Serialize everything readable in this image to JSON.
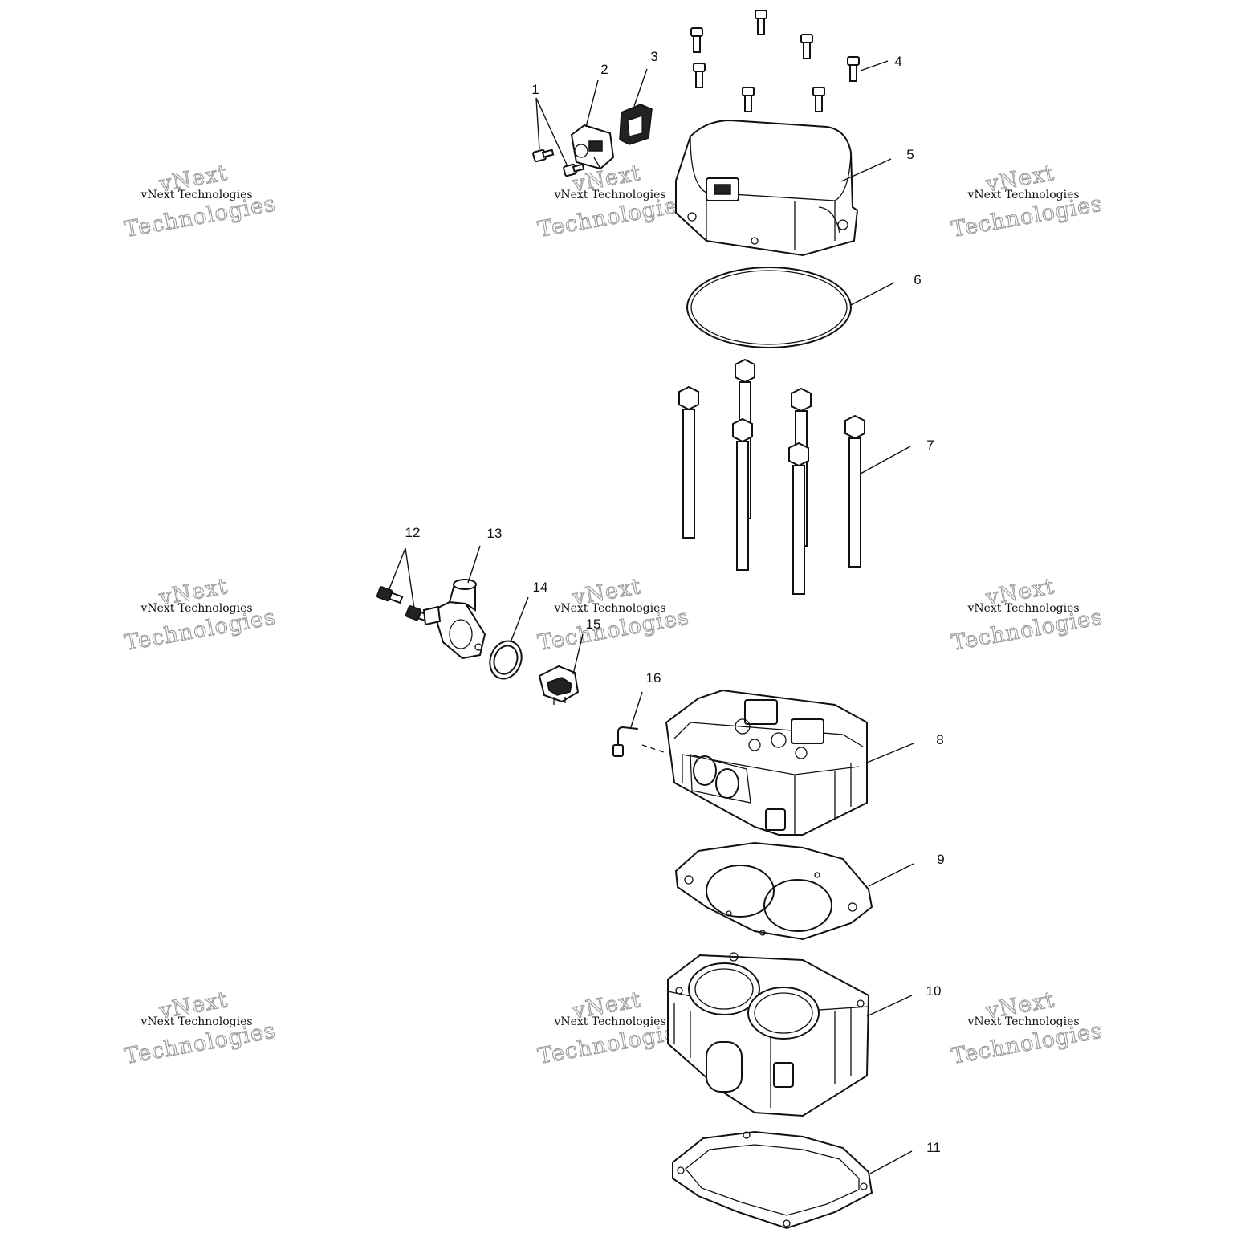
{
  "watermark": {
    "line_top": "vNext",
    "line_small": "vNext Technologies",
    "line_big": "Technologies"
  },
  "callouts": [
    {
      "id": "1",
      "label": "1"
    },
    {
      "id": "2",
      "label": "2"
    },
    {
      "id": "3",
      "label": "3"
    },
    {
      "id": "4",
      "label": "4"
    },
    {
      "id": "5",
      "label": "5"
    },
    {
      "id": "6",
      "label": "6"
    },
    {
      "id": "7",
      "label": "7"
    },
    {
      "id": "8",
      "label": "8"
    },
    {
      "id": "9",
      "label": "9"
    },
    {
      "id": "10",
      "label": "10"
    },
    {
      "id": "11",
      "label": "11"
    },
    {
      "id": "12",
      "label": "12"
    },
    {
      "id": "13",
      "label": "13"
    },
    {
      "id": "14",
      "label": "14"
    },
    {
      "id": "15",
      "label": "15"
    },
    {
      "id": "16",
      "label": "16"
    }
  ],
  "colors": {
    "line": "#111111",
    "watermark_outline": "#9a9a9a",
    "background": "#ffffff"
  }
}
